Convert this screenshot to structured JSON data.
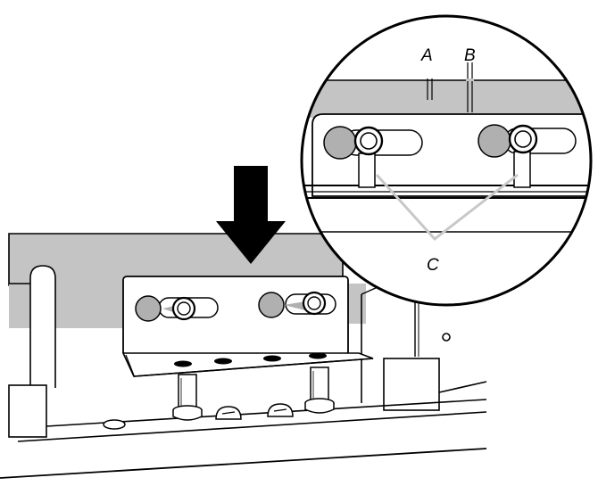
{
  "callouts": {
    "a": "A",
    "b": "B",
    "c": "C"
  },
  "colors": {
    "line": "#000000",
    "panel_gray": "#c4c4c4",
    "cam_gray": "#b0b0b0",
    "inset_line": "#c8c8c8",
    "background": "#ffffff"
  },
  "icons": {
    "pointer": "down-arrow-icon"
  }
}
